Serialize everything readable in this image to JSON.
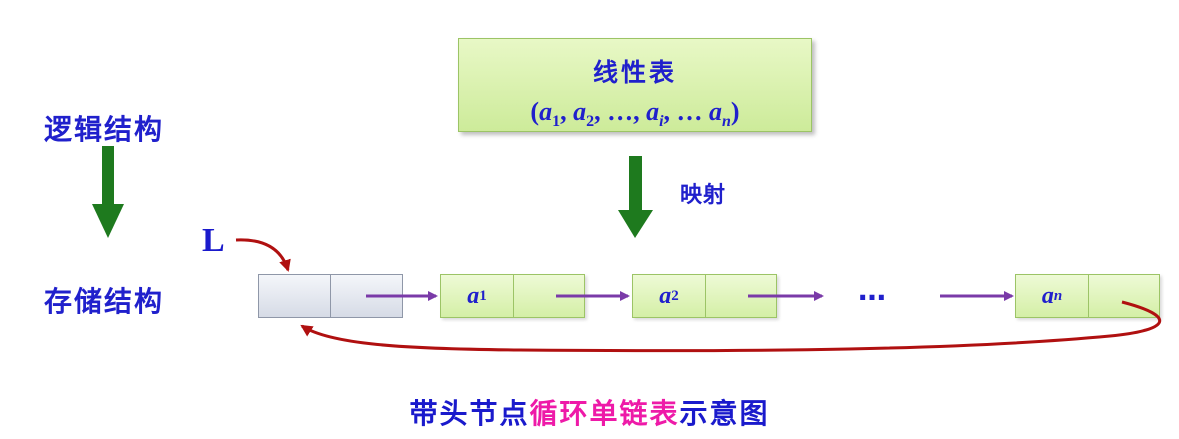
{
  "labels": {
    "logical": "逻辑结构",
    "storage": "存储结构",
    "mapping": "映射",
    "head_pointer": "L",
    "ellipsis": "…"
  },
  "linear_list": {
    "title": "线性表",
    "seq_open": "(",
    "seq_close": ")",
    "elements": [
      {
        "base": "a",
        "sub": "1",
        "sep": ", "
      },
      {
        "base": "a",
        "sub": "2",
        "sep": ", …, "
      },
      {
        "base": "a",
        "sub": "i",
        "sep": ", … "
      },
      {
        "base": "a",
        "sub": "n",
        "sep": ""
      }
    ]
  },
  "nodes": [
    {
      "base": "a",
      "sub": "1"
    },
    {
      "base": "a",
      "sub": "2"
    },
    {
      "base": "a",
      "sub": "n"
    }
  ],
  "caption": {
    "part1": "带头节点",
    "part2": "循环单链表",
    "part3": "示意图"
  },
  "colors": {
    "text_blue": "#2020cc",
    "caption_highlight": "#ee1aa8",
    "arrow_green": "#1e7a1e",
    "arrow_purple": "#7a3aa8",
    "arrow_red": "#b01010",
    "node_fill": "#d4efa6",
    "head_fill": "#d6dbe6"
  }
}
